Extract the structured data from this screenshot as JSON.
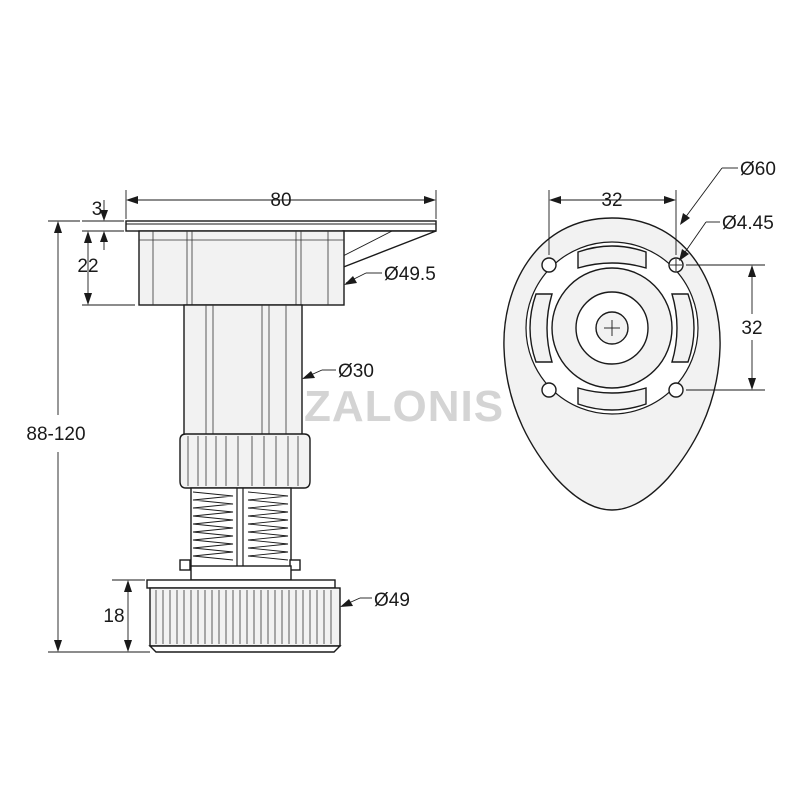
{
  "watermark": "ZALONIS",
  "side_view": {
    "width_label": "80",
    "plate_thickness_label": "3",
    "top_height_label": "22",
    "total_height_label": "88-120",
    "base_height_label": "18",
    "top_diameter_label": "Ø49.5",
    "tube_diameter_label": "Ø30",
    "base_diameter_label": "Ø49"
  },
  "top_view": {
    "hole_spacing_x_label": "32",
    "hole_spacing_y_label": "32",
    "outer_diameter_label": "Ø60",
    "hole_diameter_label": "Ø4.45"
  }
}
